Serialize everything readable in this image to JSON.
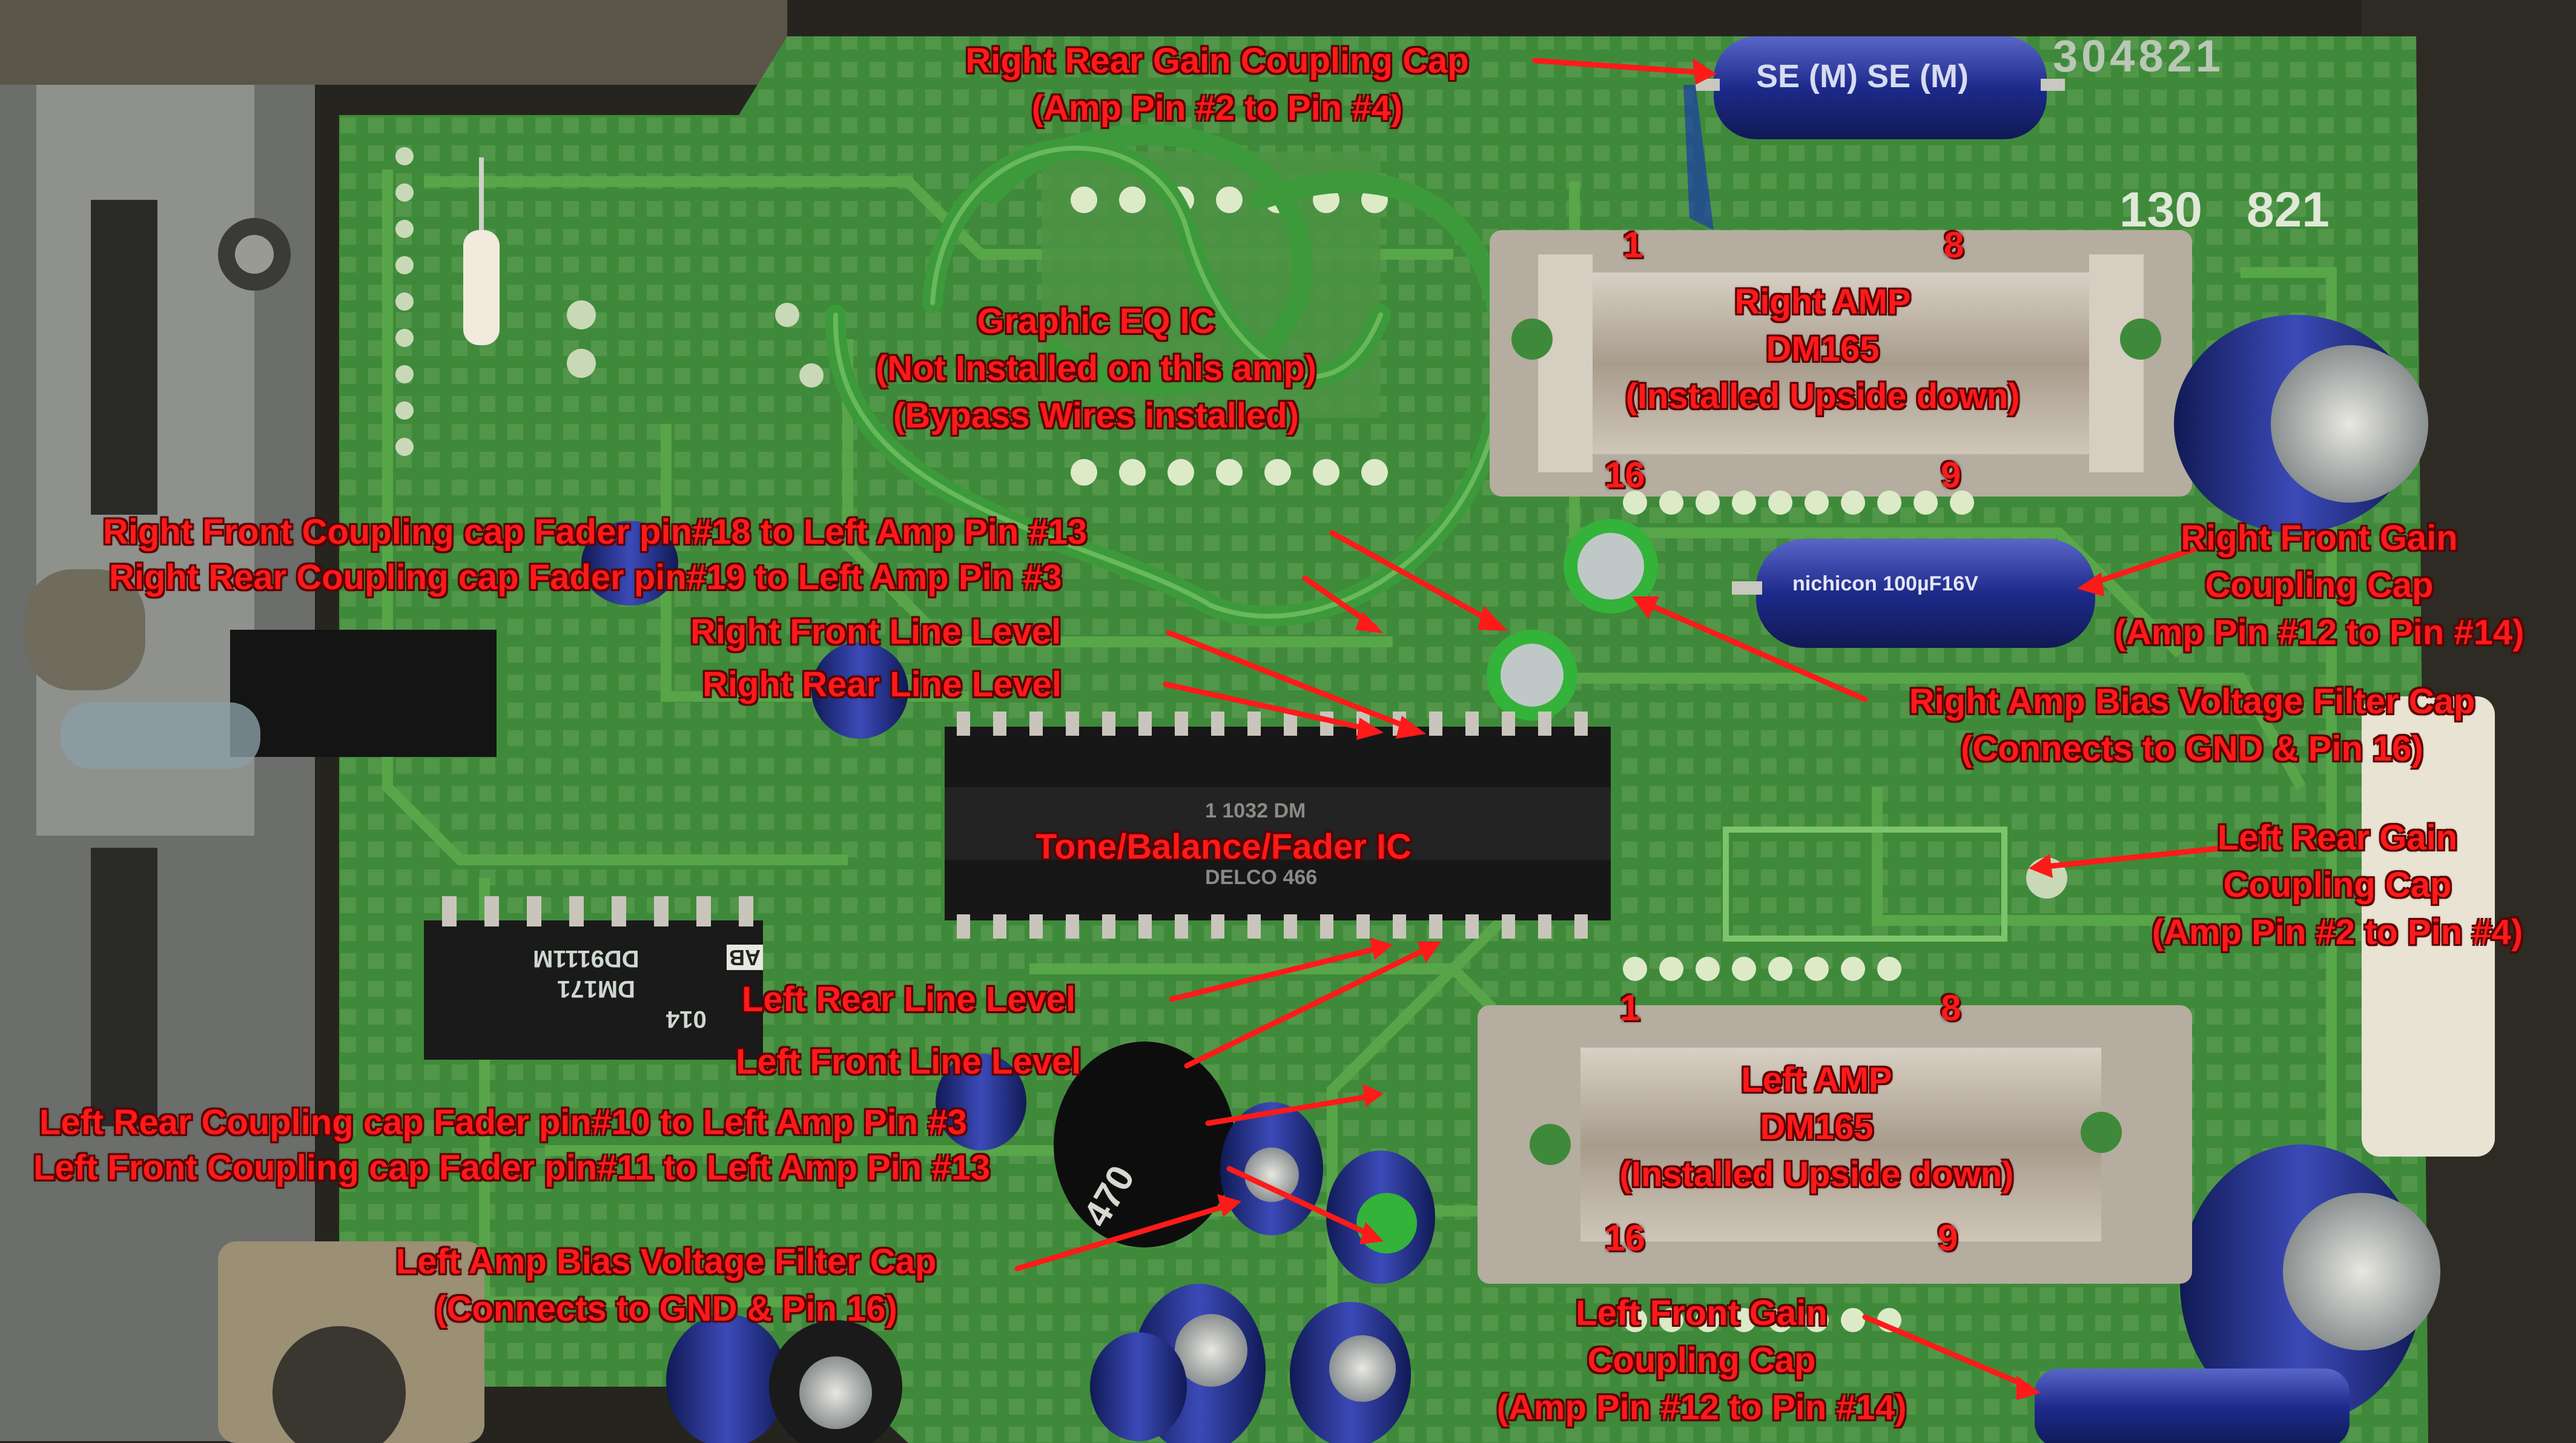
{
  "labels": {
    "rr_gain_cap": [
      "Right Rear Gain Coupling Cap",
      "(Amp Pin #2 to Pin #4)"
    ],
    "graphic_eq": [
      "Graphic EQ IC",
      "(Not Installed on this amp)",
      "(Bypass Wires installed)"
    ],
    "right_amp": [
      "Right AMP",
      "DM165",
      "(Installed Upside down)"
    ],
    "rf_coupling_fader": "Right Front Coupling cap Fader pin#18 to Left Amp Pin #13",
    "rr_coupling_fader": "Right Rear Coupling cap Fader pin#19 to Left Amp Pin #3",
    "rf_line_level": "Right Front Line Level",
    "rr_line_level": "Right Rear Line Level",
    "rf_gain_cap": [
      "Right Front Gain",
      "Coupling Cap",
      "(Amp Pin #12 to Pin #14)"
    ],
    "r_bias_cap": [
      "Right Amp Bias Voltage Filter Cap",
      "(Connects to GND & Pin 16)"
    ],
    "tone_ic": "Tone/Balance/Fader IC",
    "lr_gain_cap": [
      "Left Rear Gain",
      "Coupling Cap",
      "(Amp Pin #2 to Pin #4)"
    ],
    "lr_line_level": "Left Rear Line Level",
    "lf_line_level": "Left Front Line Level",
    "lr_coupling_fader": "Left Rear Coupling cap Fader pin#10 to Left Amp Pin #3",
    "lf_coupling_fader": "Left Front Coupling cap Fader pin#11 to Left Amp Pin #13",
    "left_amp": [
      "Left AMP",
      "DM165",
      "(Installed Upside down)"
    ],
    "l_bias_cap": [
      "Left Amp Bias Voltage Filter Cap",
      "(Connects to GND & Pin 16)"
    ],
    "lf_gain_cap": [
      "Left Front Gain",
      "Coupling Cap",
      "(Amp Pin #12 to Pin #14)"
    ]
  },
  "pins": {
    "right_amp_1": "1",
    "right_amp_8": "8",
    "right_amp_16": "16",
    "right_amp_9": "9",
    "left_amp_1": "1",
    "left_amp_8": "8",
    "left_amp_16": "16",
    "left_amp_9": "9"
  },
  "board_markings": {
    "code_top": "304821",
    "code_right_1": "130",
    "code_right_2": "821",
    "cap_top": "SE (M) SE (M)",
    "cap_rf": "nichicon 100µF16V",
    "small_ic": [
      "DD9111M",
      "DM171",
      "014",
      "AB"
    ],
    "tone_ic_marks": [
      "1 1032 DM",
      "DELCO 466"
    ],
    "big_cap": "470"
  },
  "colors": {
    "annotation": "#ff1a1a",
    "pcb": "#3f8a3a",
    "trace": "#5aa84a"
  }
}
